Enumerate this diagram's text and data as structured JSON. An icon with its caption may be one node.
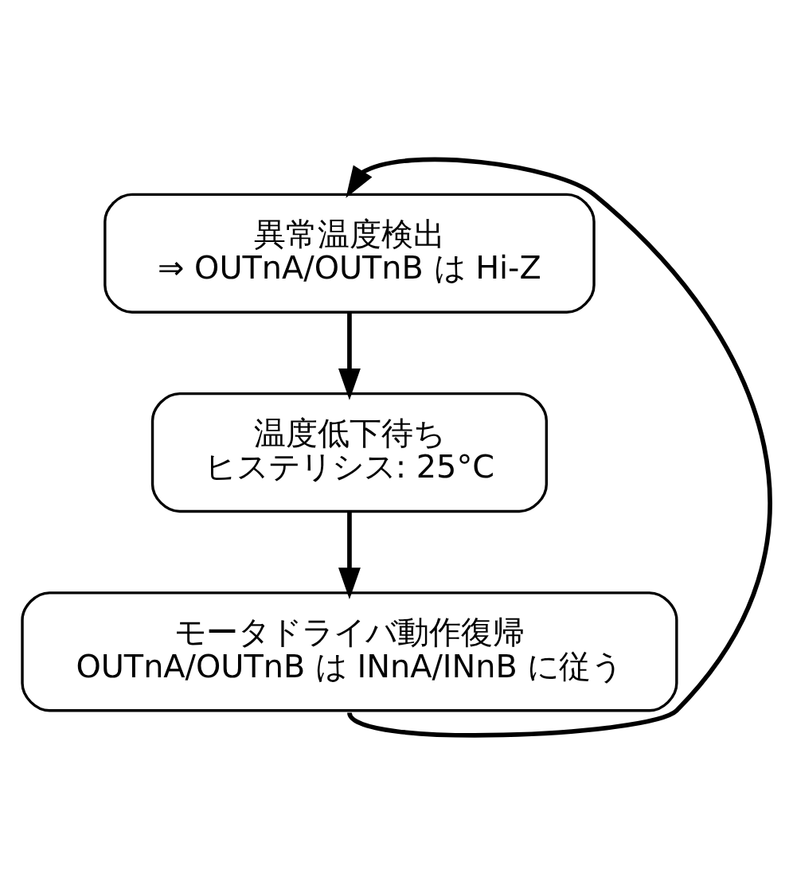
{
  "diagram": {
    "nodes": [
      {
        "text": [
          "異常温度検出",
          "⇒ OUTnA/OUTnB は Hi-Z"
        ]
      },
      {
        "text": [
          "温度低下待ち",
          "ヒステリシス: 25°C"
        ]
      },
      {
        "text": [
          "モータドライバ動作復帰",
          "OUTnA/OUTnB は INnA/INnB に従う"
        ]
      }
    ],
    "edges": [
      {
        "from": 0,
        "to": 1,
        "arrow": "to"
      },
      {
        "from": 1,
        "to": 2,
        "arrow": "to"
      },
      {
        "from": 2,
        "to": 0,
        "arrow": "to"
      }
    ]
  }
}
